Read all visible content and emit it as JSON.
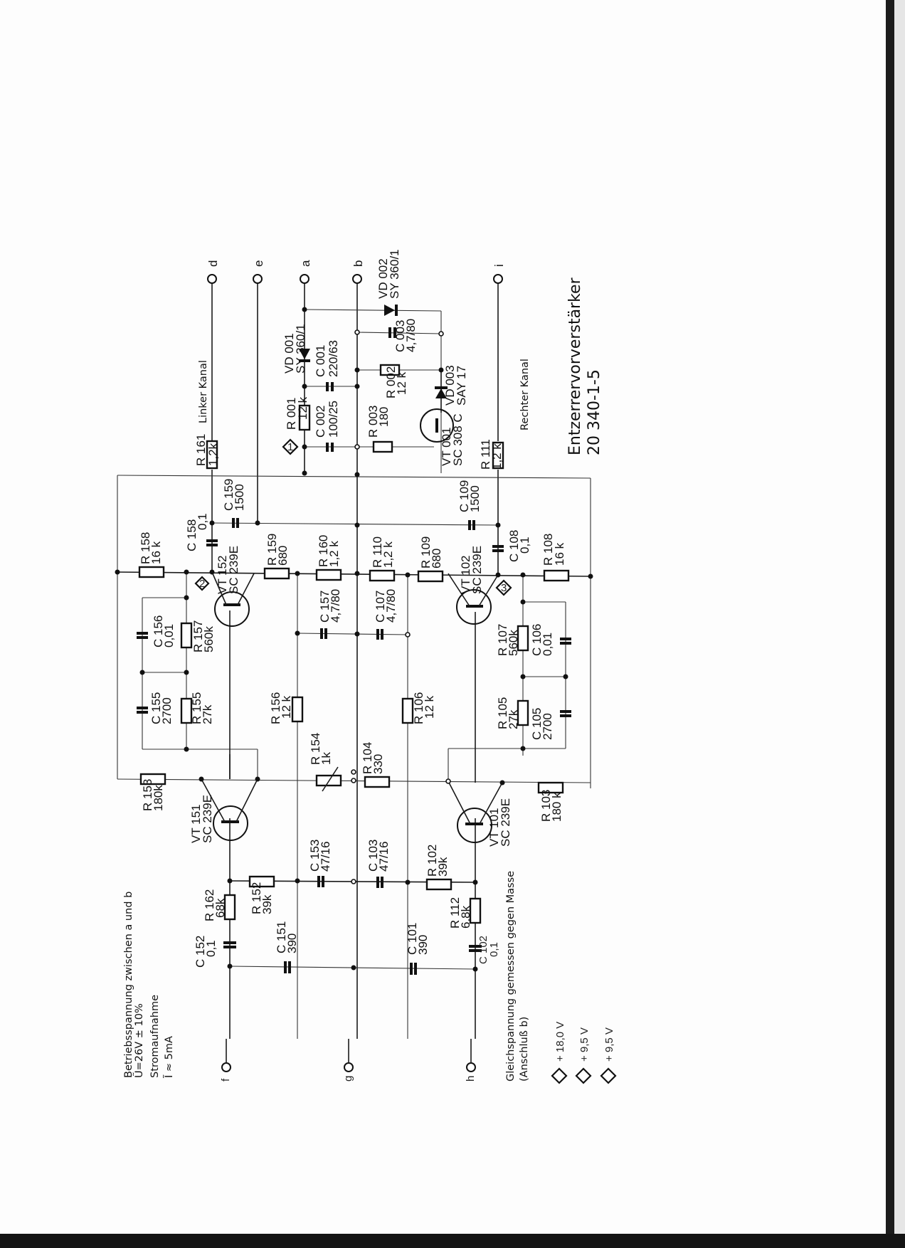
{
  "document": {
    "title": "Entzerrervorverstärker",
    "part_number": "20 340-1-5",
    "orientation": "rotated 90° counter-clockwise"
  },
  "notes": {
    "supply_label": "Betriebsspannung  zwischen a und b",
    "supply_value": "Ũ=26V ± 10%",
    "current_label": "Stromaufnahme",
    "current_value": "Ĩ ≈ 5mA",
    "dc_label": "Gleichspannung  gemessen gegen Masse",
    "dc_sub": "(Anschluß b)",
    "measurements": [
      {
        "point": "1",
        "value": "+ 18,0  V"
      },
      {
        "point": "2",
        "value": "+  9,5  V"
      },
      {
        "point": "3",
        "value": "+  9,5  V"
      }
    ]
  },
  "channels": {
    "left": "Linker Kanal",
    "right": "Rechter Kanal"
  },
  "terminals": {
    "top": [
      "d",
      "e",
      "a",
      "b",
      "i"
    ],
    "bottom": [
      "f",
      "g",
      "h"
    ]
  },
  "components": {
    "R161": {
      "ref": "R 161",
      "val": "1,2k"
    },
    "R111": {
      "ref": "R 111",
      "val": "1,2 k"
    },
    "R001": {
      "ref": "R 001",
      "val": "12 k"
    },
    "R002": {
      "ref": "R 002",
      "val": "12 k"
    },
    "R003": {
      "ref": "R 003",
      "val": "180"
    },
    "C001": {
      "ref": "C 001",
      "val": "220/63"
    },
    "C002": {
      "ref": "C 002",
      "val": "100/25"
    },
    "C003": {
      "ref": "C 003",
      "val": "4,7/80"
    },
    "VD001": {
      "ref": "VD 001",
      "val": "SY 360/1"
    },
    "VD002": {
      "ref": "VD 002",
      "val": "SY 360/1"
    },
    "VD003": {
      "ref": "VD 003",
      "val": "SAY 17"
    },
    "VT001": {
      "ref": "VT 001",
      "val": "SC 308 C"
    },
    "C159": {
      "ref": "C 159",
      "val": "1500"
    },
    "C109": {
      "ref": "C 109",
      "val": "1500"
    },
    "C158": {
      "ref": "C 158",
      "val": "0,1"
    },
    "C108": {
      "ref": "C 108",
      "val": "0,1"
    },
    "R158": {
      "ref": "R 158",
      "val": "16 k"
    },
    "R108": {
      "ref": "R 108",
      "val": "16 k"
    },
    "VT152": {
      "ref": "VT 152",
      "val": "SC 239E"
    },
    "VT102": {
      "ref": "VT 102",
      "val": "SC 239E"
    },
    "R159": {
      "ref": "R 159",
      "val": "680"
    },
    "R160": {
      "ref": "R 160",
      "val": "1,2 k"
    },
    "R110": {
      "ref": "R 110",
      "val": "1,2 k"
    },
    "R109": {
      "ref": "R 109",
      "val": "680"
    },
    "C156": {
      "ref": "C 156",
      "val": "0,01"
    },
    "R157": {
      "ref": "R 157",
      "val": "560k"
    },
    "C106": {
      "ref": "C 106",
      "val": "0,01"
    },
    "R107": {
      "ref": "R 107",
      "val": "560k"
    },
    "C157": {
      "ref": "C 157",
      "val": "4,7/80"
    },
    "C107": {
      "ref": "C 107",
      "val": "4,7/80"
    },
    "C155": {
      "ref": "C 155",
      "val": "2700"
    },
    "R155": {
      "ref": "R 155",
      "val": "27k"
    },
    "C105": {
      "ref": "C 105",
      "val": "2700"
    },
    "R105": {
      "ref": "R 105",
      "val": "27k"
    },
    "R156": {
      "ref": "R 156",
      "val": "12 k"
    },
    "R106": {
      "ref": "R 106",
      "val": "12 k"
    },
    "R154": {
      "ref": "R 154",
      "val": "1k"
    },
    "R104": {
      "ref": "R 104",
      "val": "330"
    },
    "R153": {
      "ref": "R 153",
      "val": "180k"
    },
    "R103": {
      "ref": "R 103",
      "val": "180 k"
    },
    "VT151": {
      "ref": "VT 151",
      "val": "SC 239E"
    },
    "VT101": {
      "ref": "VT 101",
      "val": "SC 239E"
    },
    "R152": {
      "ref": "R 152",
      "val": "39k"
    },
    "R102": {
      "ref": "R 102",
      "val": "39k"
    },
    "C153": {
      "ref": "C 153",
      "val": "47/16"
    },
    "C103": {
      "ref": "C 103",
      "val": "47/16"
    },
    "R162": {
      "ref": "R 162",
      "val": "68k"
    },
    "R112": {
      "ref": "R 112",
      "val": "6,8k"
    },
    "C152": {
      "ref": "C 152",
      "val": "0,1"
    },
    "C102": {
      "ref": "C 102",
      "val": "0,1"
    },
    "C151": {
      "ref": "C 151",
      "val": "390"
    },
    "C101": {
      "ref": "C 101",
      "val": "390"
    }
  },
  "colors": {
    "ink": "#111111",
    "paper": "#fdfdfd",
    "scan_border": "#1c1c1c"
  }
}
